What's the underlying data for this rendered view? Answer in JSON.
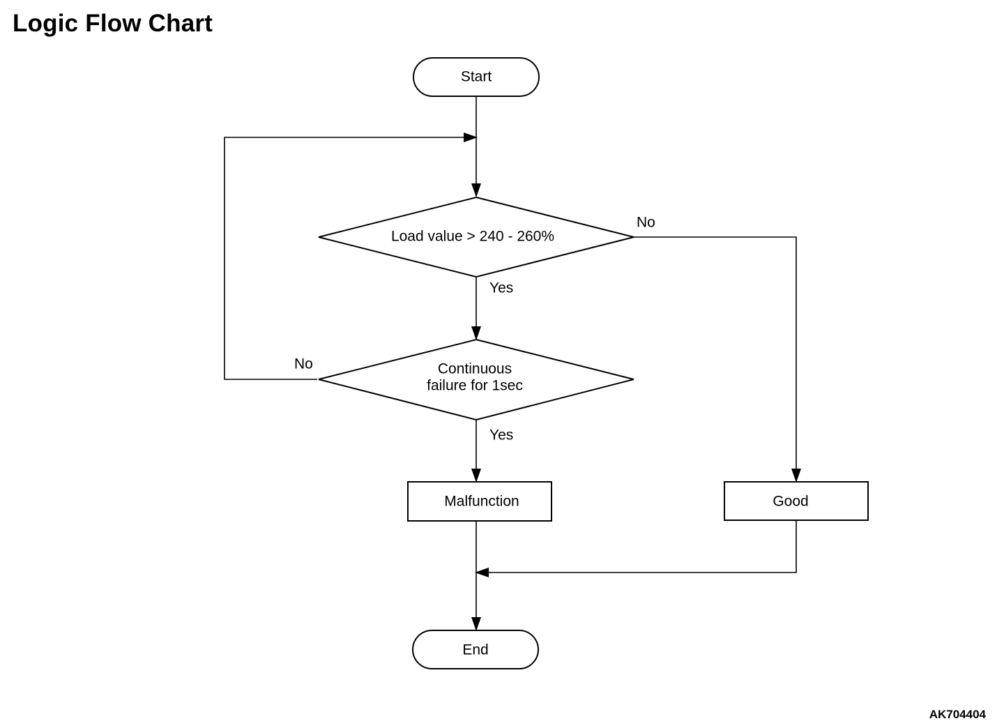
{
  "title": "Logic Flow Chart",
  "reference_code": "AK704404",
  "nodes": {
    "start": "Start",
    "decision_load": "Load value > 240 - 260%",
    "decision_continuous_line1": "Continuous",
    "decision_continuous_line2": "failure for 1sec",
    "malfunction": "Malfunction",
    "good": "Good",
    "end": "End"
  },
  "edge_labels": {
    "load_no": "No",
    "load_yes": "Yes",
    "continuous_no": "No",
    "continuous_yes": "Yes"
  }
}
